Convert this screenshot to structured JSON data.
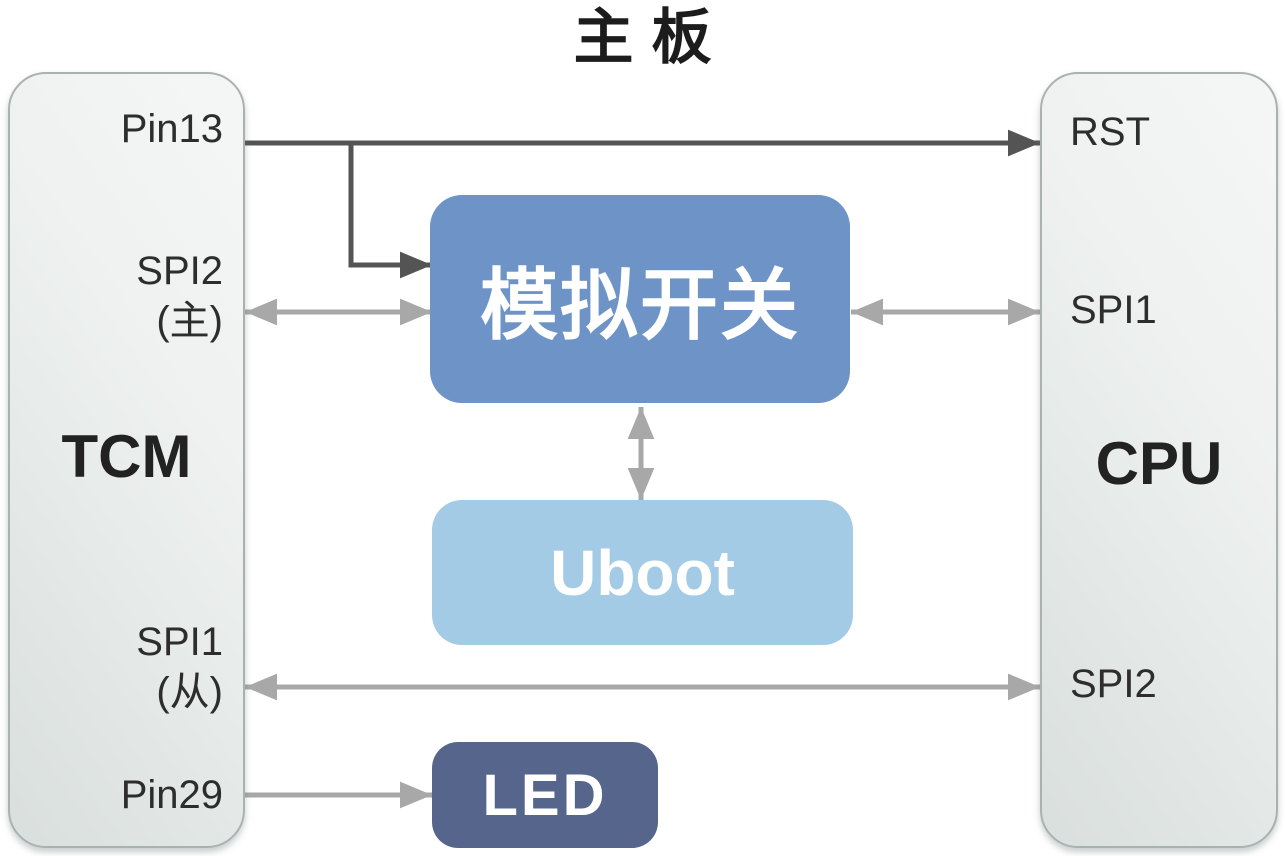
{
  "title": "主板",
  "tcm": {
    "label": "TCM",
    "pin13": "Pin13",
    "spi2": "SPI2",
    "spi2_mode": "(主)",
    "spi1": "SPI1",
    "spi1_mode": "(从)",
    "pin29": "Pin29"
  },
  "cpu": {
    "label": "CPU",
    "rst": "RST",
    "spi1": "SPI1",
    "spi2": "SPI2"
  },
  "blocks": {
    "analog_switch": "模拟开关",
    "uboot": "Uboot",
    "led": "LED"
  },
  "colors": {
    "dark_line": "#545454",
    "gray_line": "#a8a8a8",
    "analog_switch_fill": "#6e93c6",
    "uboot_fill": "#a4cbe5",
    "led_fill": "#55658b",
    "chip_border": "#aab2b1"
  }
}
